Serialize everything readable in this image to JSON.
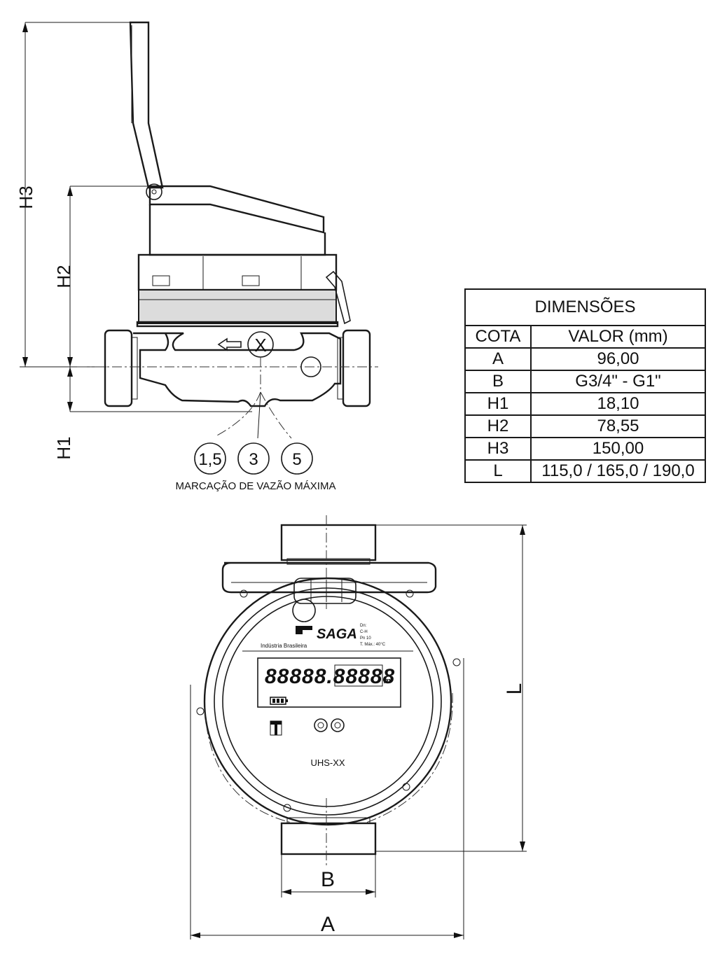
{
  "table": {
    "title": "DIMENSÕES",
    "headers": [
      "COTA",
      "VALOR (mm)"
    ],
    "rows": [
      {
        "cota": "A",
        "valor": "96,00"
      },
      {
        "cota": "B",
        "valor": "G3/4\" - G1\""
      },
      {
        "cota": "H1",
        "valor": "18,10"
      },
      {
        "cota": "H2",
        "valor": "78,55"
      },
      {
        "cota": "H3",
        "valor": "150,00"
      },
      {
        "cota": "L",
        "valor": "115,0 / 165,0 / 190,0"
      }
    ]
  },
  "side_view": {
    "dim_labels": {
      "h1": "H1",
      "h2": "H2",
      "h3": "H3"
    },
    "flow_marker": "X",
    "max_flow_options": [
      "1,5",
      "3",
      "5"
    ],
    "max_flow_caption": "MARCAÇÃO DE VAZÃO MÁXIMA"
  },
  "front_view": {
    "dim_labels": {
      "a": "A",
      "b": "B",
      "l": "L"
    },
    "brand": "SAGA",
    "origin": "Indústria Brasileira",
    "spec_lines": [
      "Dn:",
      "C-H",
      "Pn 10",
      "T. Máx.: 40°C"
    ],
    "lcd_digits": "88888.88888",
    "lcd_unit": "m³",
    "model": "UHS-XX"
  }
}
